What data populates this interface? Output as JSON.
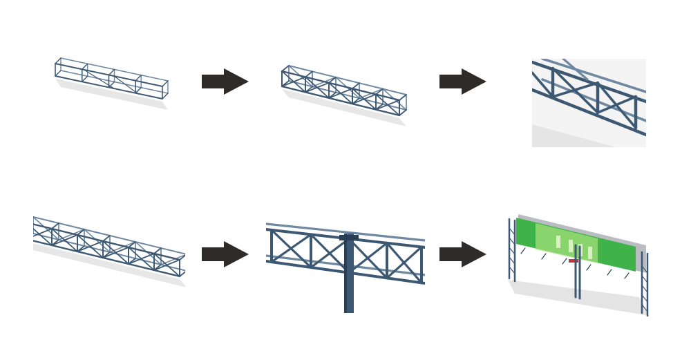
{
  "colors": {
    "steel": "#3d5872",
    "steel_dark": "#2a3f55",
    "steel_light": "#6f88a1",
    "arrow": "#2e2b28",
    "shadow": "#c9c9c9",
    "billboard_green": "#3fb24a",
    "billboard_light": "#a9e27c",
    "billboard_frame": "#b9bcc1",
    "accent_red": "#c43a3a"
  },
  "icons": {
    "flow_arrow": "right-block-arrow"
  },
  "steps": [
    {
      "name": "truss-frame-skeleton",
      "kind": "wireframe"
    },
    {
      "name": "truss-with-diagonals",
      "kind": "truss-short"
    },
    {
      "name": "truss-closeup",
      "kind": "truss-closeup"
    },
    {
      "name": "truss-long-section",
      "kind": "truss-long"
    },
    {
      "name": "truss-with-column",
      "kind": "truss-column"
    },
    {
      "name": "finished-billboard",
      "kind": "billboard"
    }
  ]
}
